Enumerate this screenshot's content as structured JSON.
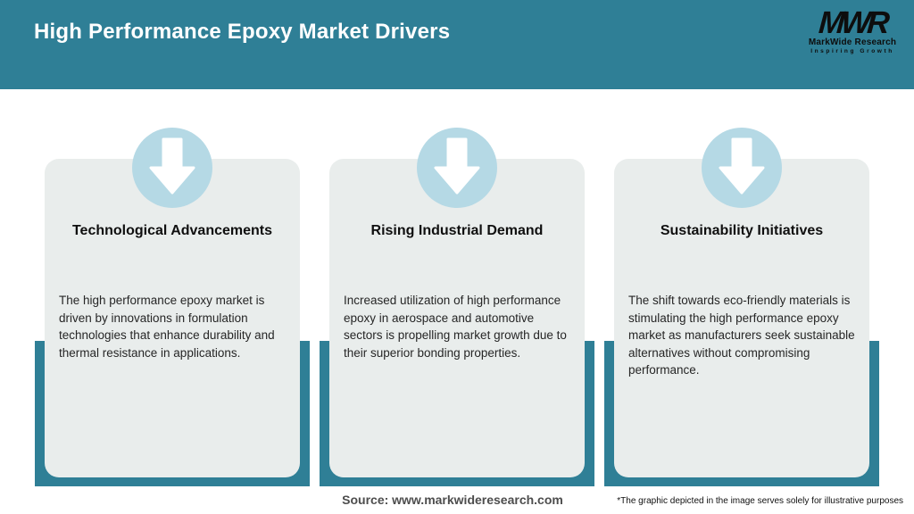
{
  "header": {
    "title": "High Performance Epoxy Market Drivers",
    "logo": {
      "monogram": "MWR",
      "name": "MarkWide Research",
      "tagline": "Inspiring Growth"
    }
  },
  "cards": [
    {
      "icon": "down-arrow-icon",
      "title": "Technological Advancements",
      "description": "The high performance epoxy market is\ndriven by innovations in formulation\ntechnologies that enhance durability and\nthermal resistance in applications."
    },
    {
      "icon": "down-arrow-icon",
      "title": "Rising Industrial Demand",
      "description": "Increased utilization of high performance\nepoxy in aerospace and automotive\nsectors is propelling market growth due to\ntheir superior bonding properties."
    },
    {
      "icon": "down-arrow-icon",
      "title": "Sustainability Initiatives",
      "description": "The shift towards eco-friendly materials is\nstimulating the high performance epoxy\nmarket as manufacturers seek sustainable\nalternatives without compromising\nperformance."
    }
  ],
  "footer": {
    "source": "Source: www.markwideresearch.com",
    "disclaimer": "*The graphic depicted in the image serves solely for illustrative purposes"
  },
  "colors": {
    "teal": "#2f7f96",
    "card_bg": "#e9edec",
    "circle_bg": "#b5d9e5",
    "header_text": "#ffffff"
  }
}
